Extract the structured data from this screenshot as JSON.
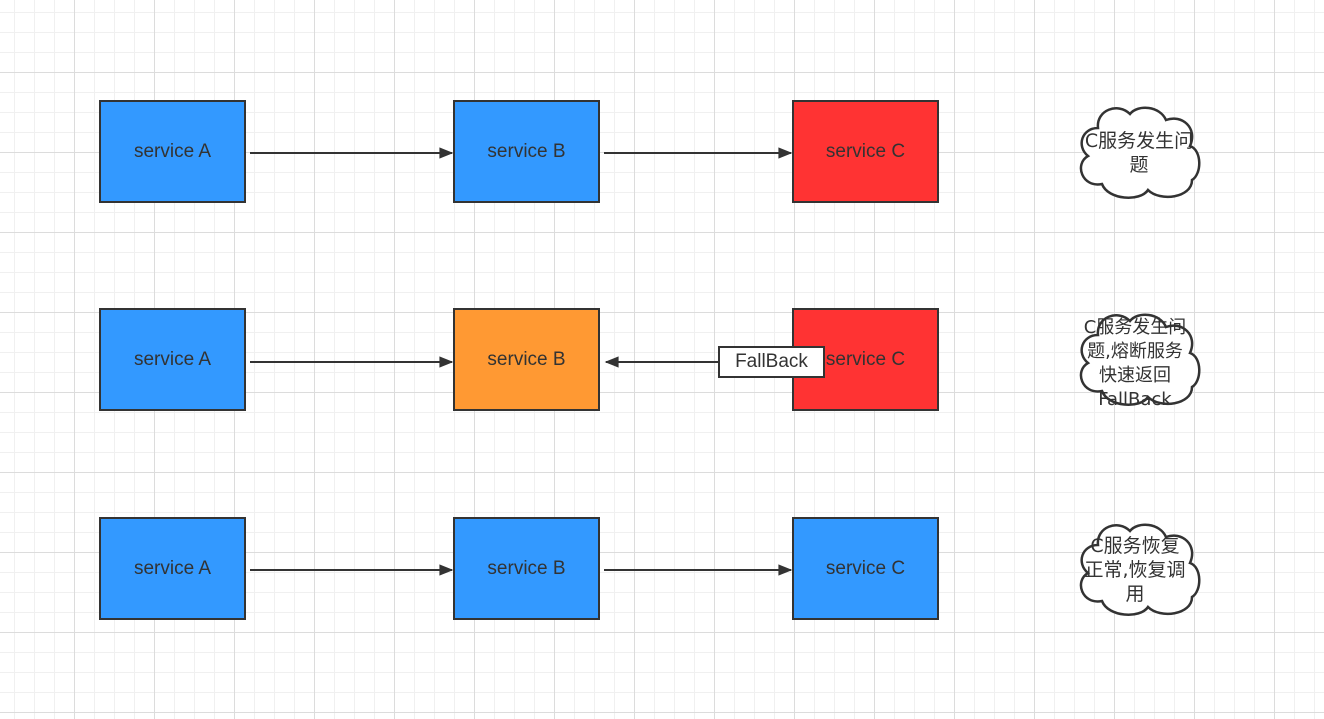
{
  "colors": {
    "blue": "#3399ff",
    "red": "#ff3333",
    "orange": "#ff9933",
    "stroke": "#333333"
  },
  "rows": [
    {
      "nodes": [
        {
          "label": "service A",
          "color": "#3399ff"
        },
        {
          "label": "service B",
          "color": "#3399ff"
        },
        {
          "label": "service C",
          "color": "#ff3333"
        }
      ],
      "edges": [
        {
          "from": "service A",
          "to": "service B"
        },
        {
          "from": "service B",
          "to": "service C"
        }
      ],
      "note": "C服务发生问题"
    },
    {
      "nodes": [
        {
          "label": "service A",
          "color": "#3399ff"
        },
        {
          "label": "service B",
          "color": "#ff9933"
        },
        {
          "label": "service C",
          "color": "#ff3333"
        }
      ],
      "edges": [
        {
          "from": "service A",
          "to": "service B"
        },
        {
          "from": "service C",
          "to": "service B",
          "label": "FallBack"
        }
      ],
      "note": "C服务发生问题,熔断服务快速返回FallBack"
    },
    {
      "nodes": [
        {
          "label": "service A",
          "color": "#3399ff"
        },
        {
          "label": "service B",
          "color": "#3399ff"
        },
        {
          "label": "service C",
          "color": "#3399ff"
        }
      ],
      "edges": [
        {
          "from": "service A",
          "to": "service B"
        },
        {
          "from": "service B",
          "to": "service C"
        }
      ],
      "note": "C服务恢复正常,恢复调用"
    }
  ]
}
